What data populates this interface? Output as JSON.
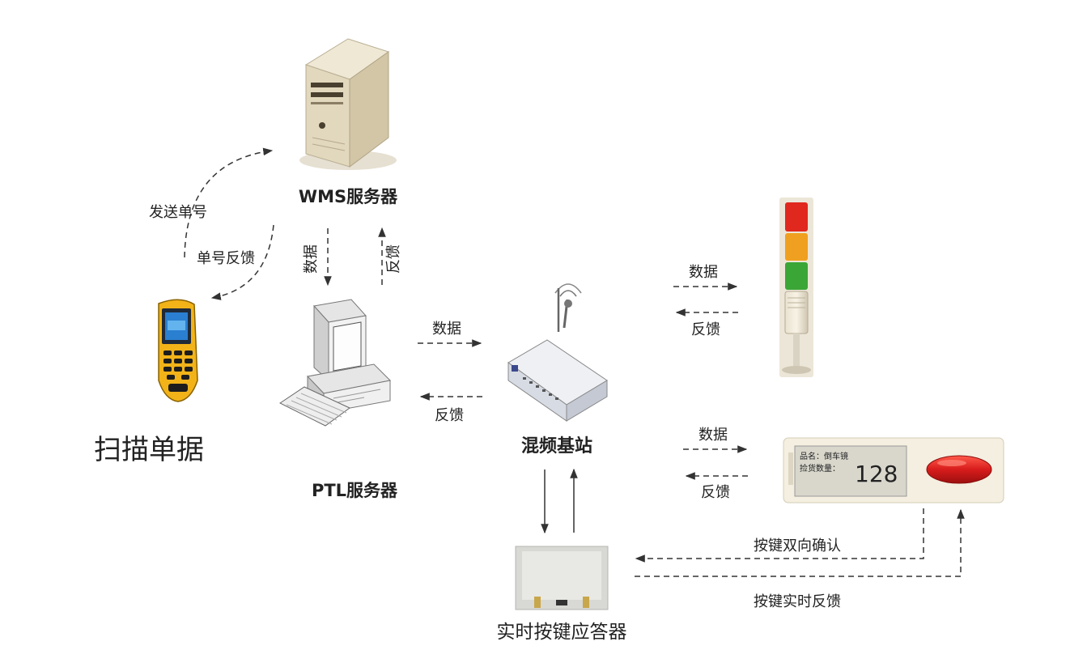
{
  "nodes": {
    "wms_server": "WMS服务器",
    "ptl_server": "PTL服务器",
    "scanner": "扫描单据",
    "base_station": "混频基站",
    "responder": "实时按键应答器"
  },
  "edges": {
    "send_order_no": "发送单号",
    "order_no_feedback": "单号反馈",
    "wms_ptl_data": "数据",
    "ptl_wms_feedback": "反馈",
    "ptl_station_data": "数据",
    "station_ptl_feedback": "反馈",
    "station_light_data": "数据",
    "light_station_feedback": "反馈",
    "station_display_data": "数据",
    "display_station_feedback": "反馈",
    "button_confirm": "按键双向确认",
    "button_realtime_feedback": "按键实时反馈"
  },
  "display": {
    "product_label": "品名：倒车镜",
    "qty_label": "捡货数量：",
    "qty_value": "128"
  },
  "colors": {
    "light_red": "#e0281e",
    "light_amber": "#f0a020",
    "light_green": "#3aa636",
    "button_red": "#d81c1c"
  }
}
